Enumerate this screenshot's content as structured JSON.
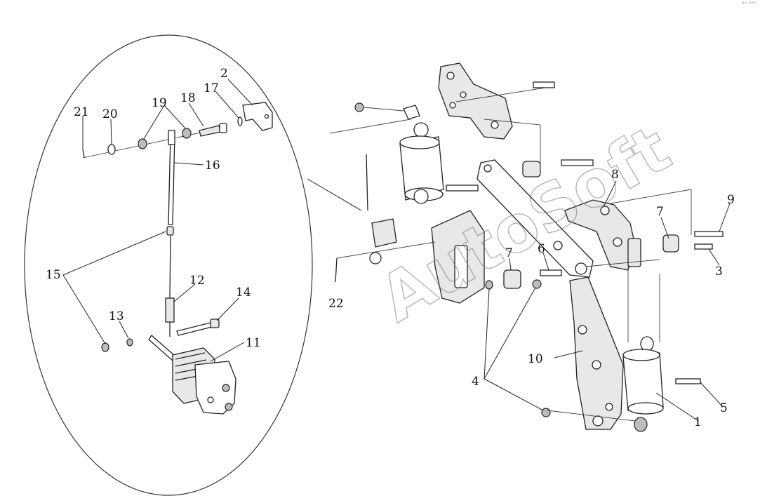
{
  "diagram": {
    "callouts": [
      "1",
      "2",
      "3",
      "4",
      "5",
      "6",
      "7",
      "7",
      "8",
      "9",
      "10",
      "11",
      "12",
      "13",
      "14",
      "15",
      "16",
      "17",
      "18",
      "19",
      "20",
      "21",
      "22"
    ],
    "watermark": "AutoSoft",
    "corner_mark": "°° °°°"
  }
}
